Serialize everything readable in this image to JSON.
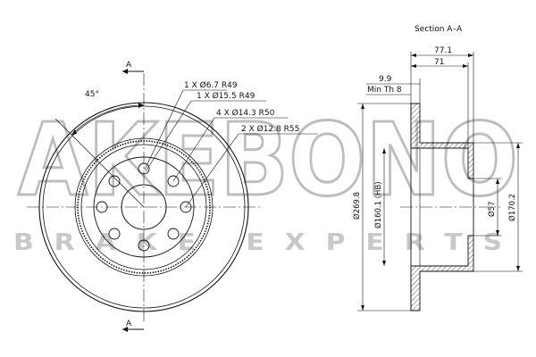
{
  "section_title": "Section A–A",
  "section_marks": {
    "top": "A",
    "bottom": "A"
  },
  "angle_label": "45°",
  "hole_callouts": [
    "1 X Ø6.7 R49",
    "1 X Ø15.5 R49",
    "4 X Ø14.3 R50",
    "2 X Ø12.8 R55"
  ],
  "dimensions": {
    "overall_height": "77.1",
    "hat_height": "71",
    "thickness": "9.9",
    "min_thickness": "Min Th 8",
    "outer_diameter": "Ø269.8",
    "center_bore": "Ø160.1 (HB)",
    "hub_bore": "Ø57",
    "hat_diameter": "Ø170.2"
  },
  "watermark": {
    "brand": "AKEBONO",
    "tagline": "BRAKE EXPERTS"
  },
  "colors": {
    "line": "#111111",
    "watermark": "#bdbdbd"
  }
}
